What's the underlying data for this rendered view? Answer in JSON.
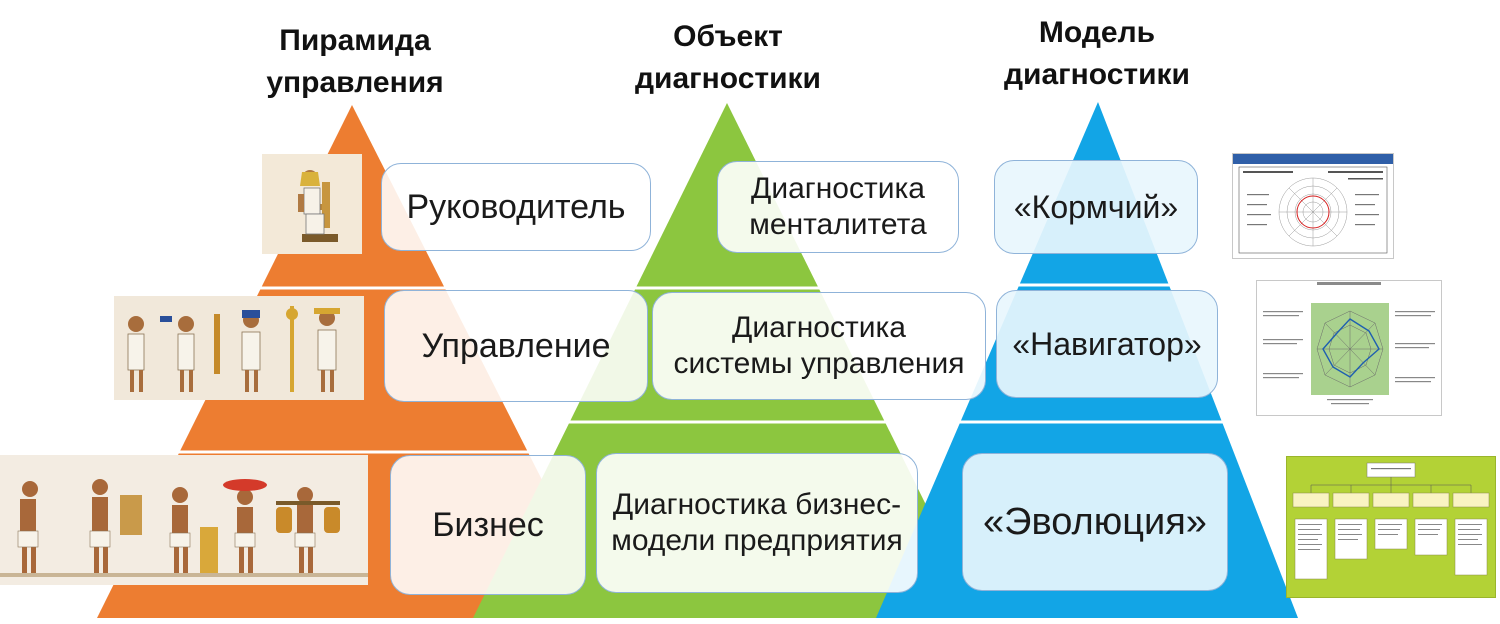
{
  "columns": [
    {
      "heading": "Пирамида\nуправления",
      "color": "#ED7D31",
      "levels": [
        "Руководитель",
        "Управление",
        "Бизнес"
      ]
    },
    {
      "heading": "Объект\nдиагностики",
      "color": "#8CC63F",
      "levels": [
        "Диагностика\nменталитета",
        "Диагностика\nсистемы управления",
        "Диагностика бизнес-\nмодели предприятия"
      ]
    },
    {
      "heading": "Модель\nдиагностики",
      "color": "#12A5E6",
      "levels": [
        "«Кормчий»",
        "«Навигатор»",
        "«Эволюция»"
      ]
    }
  ],
  "illustrations": {
    "left": [
      "pharaoh-seated-figure",
      "egyptian-officials-figures",
      "egyptian-workers-figures"
    ],
    "right": [
      "mental-profile-report-thumbnail",
      "management-system-radar-thumbnail",
      "business-model-tree-thumbnail"
    ]
  }
}
